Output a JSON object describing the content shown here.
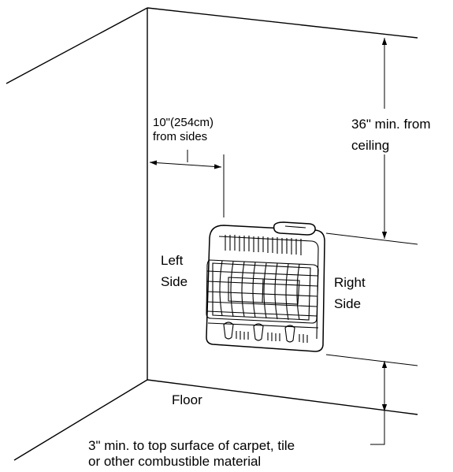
{
  "labels": {
    "side_clearance_line1": "10\"(254cm)",
    "side_clearance_line2": "from sides",
    "ceiling_clearance_line1": "36\" min. from",
    "ceiling_clearance_line2": "ceiling",
    "left_side_line1": "Left",
    "left_side_line2": "Side",
    "right_side_line1": "Right",
    "right_side_line2": "Side",
    "floor": "Floor",
    "floor_clearance_line1": "3\" min. to top surface of carpet, tile",
    "floor_clearance_line2": "or other combustible material"
  }
}
